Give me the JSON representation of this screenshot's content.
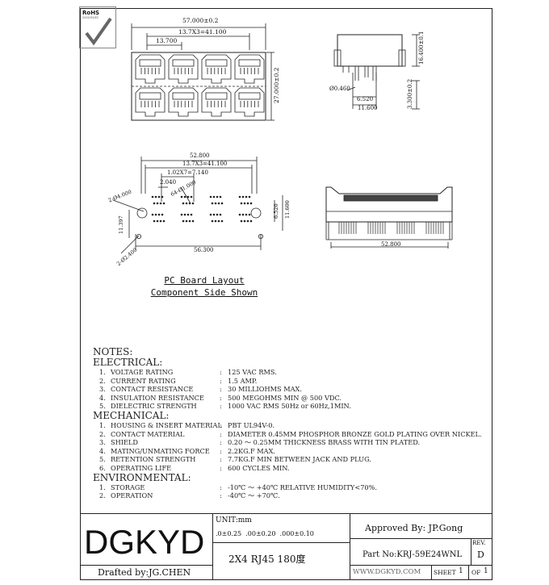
{
  "logo": {
    "text": "RoHS",
    "subtext": "2002/95/EC"
  },
  "dims_top_view": {
    "overall_width": "57.000±0.2",
    "pitch_span": "13.7X3=41.100",
    "pitch": "13.700",
    "height": "27.000±0.2"
  },
  "dims_side_view": {
    "height_above": "16.400±0.1",
    "pin_dia": "Ø0.460",
    "pin_spacing": "6.520",
    "foot_width": "11.600",
    "below_board": "3.300±0.2"
  },
  "dims_pcb": {
    "overall": "52.800",
    "pitch_span": "13.7X3=41.100",
    "pin_span": "1.02X7=7.140",
    "pin_gap": "2.040",
    "holes_small": "64-Ø1.000",
    "holes_mount": "2-Ø4.000",
    "vertical_1": "11.397",
    "vertical_2": "6.520",
    "vertical_3": "11.600",
    "board_length": "56.300",
    "pegs": "2-Ø2.400"
  },
  "dims_front_view": {
    "width": "52.800"
  },
  "pcb_caption": {
    "line1": "PC Board Layout",
    "line2": "Component Side Shown"
  },
  "notes": {
    "title": "NOTES:",
    "sections": [
      {
        "heading": "ELECTRICAL:",
        "items": [
          {
            "n": "1.",
            "k": "VOLTAGE RATING",
            "v": "125 VAC RMS."
          },
          {
            "n": "2.",
            "k": "CURRENT RATING",
            "v": "1.5 AMP."
          },
          {
            "n": "3.",
            "k": "CONTACT RESISTANCE",
            "v": "30 MILLIOHMS MAX."
          },
          {
            "n": "4.",
            "k": "INSULATION RESISTANCE",
            "v": "500 MEGOHMS MIN @ 500 VDC."
          },
          {
            "n": "5.",
            "k": "DIELECTRIC STRENGTH",
            "v": "1000 VAC RMS 50Hz or 60Hz,1MIN."
          }
        ]
      },
      {
        "heading": "MECHANICAL:",
        "items": [
          {
            "n": "1.",
            "k": "HOUSING & INSERT MATERIAL",
            "v": "PBT UL94V-0."
          },
          {
            "n": "2.",
            "k": "CONTACT MATERIAL",
            "v": "DIAMETER 0.45MM PHOSPHOR BRONZE GOLD PLATING OVER NICKEL."
          },
          {
            "n": "3.",
            "k": "SHIELD",
            "v": "0.20 ～ 0.25MM THICKNESS BRASS WITH TIN PLATED."
          },
          {
            "n": "4.",
            "k": "MATING/UNMATING FORCE",
            "v": "2.2KG.F MAX."
          },
          {
            "n": "5.",
            "k": "RETENTION STRENGTH",
            "v": "7.7KG.F MIN BETWEEN JACK AND PLUG."
          },
          {
            "n": "6.",
            "k": "OPERATING LIFE",
            "v": "600 CYCLES MIN."
          }
        ]
      },
      {
        "heading": "ENVIRONMENTAL:",
        "items": [
          {
            "n": "1.",
            "k": "STORAGE",
            "v": "-10℃ ～ +40℃ RELATIVE HUMIDITY<70%."
          },
          {
            "n": "2.",
            "k": "OPERATION",
            "v": "-40℃ ～ +70℃."
          }
        ]
      }
    ]
  },
  "title_block": {
    "company": "DGKYD",
    "unit": "UNIT:mm",
    "tolerances": ".0±0.25  .00±0.20  .000±0.10",
    "description": "2X4 RJ45 180度",
    "approved": "Approved By: JP.Gong",
    "part_no": "Part No:KRJ-59E24WNL",
    "rev_label": "REV.",
    "rev": "D",
    "drafted": "Drafted by:JG.CHEN",
    "website": "WWW.DGKYD.COM",
    "sheet_label": "SHEET",
    "sheet_no": "1",
    "of_label": "OF",
    "sheet_total": "1"
  }
}
